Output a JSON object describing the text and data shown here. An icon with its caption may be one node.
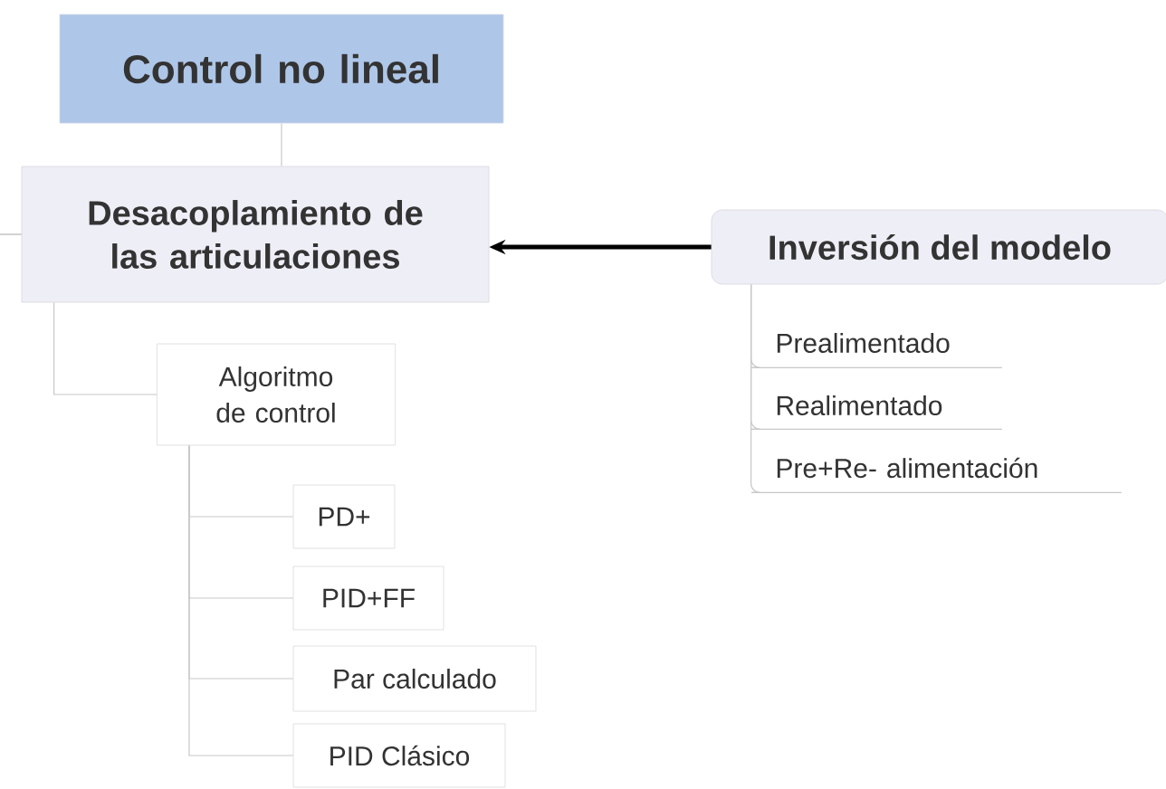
{
  "diagram": {
    "nodes": [
      {
        "text": [
          "Control no lineal"
        ]
      },
      {
        "text": [
          "Desacoplamiento de las articulaciones"
        ]
      },
      {
        "text": [
          "Algoritmo de control"
        ]
      },
      {
        "text": [
          "PD+"
        ]
      },
      {
        "text": [
          "PID+FF"
        ]
      },
      {
        "text": [
          "Par calculado"
        ]
      },
      {
        "text": [
          "PID Clásico"
        ]
      },
      {
        "text": [
          "Inversión del modelo"
        ]
      },
      {
        "text": [
          "Prealimentado"
        ]
      },
      {
        "text": [
          "Realimentado"
        ]
      },
      {
        "text": [
          "Pre+Re- alimentación"
        ]
      }
    ],
    "edges": [
      {
        "from": 0,
        "to": 1,
        "arrow": "none"
      },
      {
        "from": 1,
        "to": 2,
        "arrow": "none"
      },
      {
        "from": 2,
        "to": 3,
        "arrow": "none"
      },
      {
        "from": 2,
        "to": 4,
        "arrow": "none"
      },
      {
        "from": 2,
        "to": 5,
        "arrow": "none"
      },
      {
        "from": 2,
        "to": 6,
        "arrow": "none"
      },
      {
        "from": 7,
        "to": 1,
        "arrow": "to",
        "style": "thick",
        "color": "#000000"
      },
      {
        "from": 7,
        "to": 8,
        "arrow": "none"
      },
      {
        "from": 7,
        "to": 9,
        "arrow": "none"
      },
      {
        "from": 7,
        "to": 10,
        "arrow": "none"
      }
    ]
  }
}
